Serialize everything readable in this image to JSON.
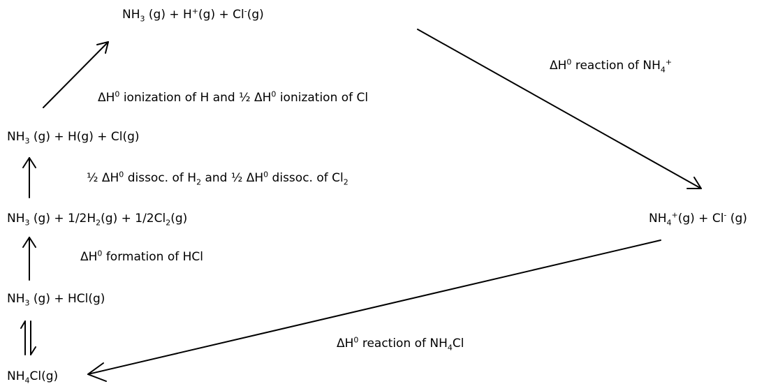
{
  "species": {
    "gas_ions": {
      "parts": [
        "NH",
        {
          "sub": "3"
        },
        " (g) + H",
        {
          "sup": "+"
        },
        "(g) + Cl",
        {
          "sup": "-"
        },
        "(g)"
      ]
    },
    "gas_atoms": {
      "parts": [
        "NH",
        {
          "sub": "3"
        },
        " (g) + H(g) + Cl(g)"
      ]
    },
    "elements": {
      "parts": [
        "NH",
        {
          "sub": "3"
        },
        " (g) + 1/2H",
        {
          "sub": "2"
        },
        "(g) + 1/2Cl",
        {
          "sub": "2"
        },
        "(g)"
      ]
    },
    "nh3_hcl": {
      "parts": [
        "NH",
        {
          "sub": "3"
        },
        " (g) + HCl(g)"
      ]
    },
    "nh4cl": {
      "parts": [
        "NH",
        {
          "sub": "4"
        },
        "Cl(g)"
      ]
    },
    "nh4_cl_ions": {
      "parts": [
        "NH",
        {
          "sub": "4"
        },
        {
          "sup": "+"
        },
        "(g)  + Cl",
        {
          "sup": "-"
        },
        " (g)"
      ]
    }
  },
  "steps": {
    "ionization": {
      "parts": [
        "ΔH",
        {
          "sup": "0"
        },
        " ionization of H and ½ ΔH",
        {
          "sup": "0"
        },
        " ionization of Cl"
      ]
    },
    "dissociation": {
      "parts": [
        "½ ΔH",
        {
          "sup": "0"
        },
        " dissoc. of H",
        {
          "sub": "2"
        },
        " and ½ ΔH",
        {
          "sup": "0"
        },
        " dissoc. of Cl",
        {
          "sub": "2"
        }
      ]
    },
    "formation": {
      "parts": [
        "ΔH",
        {
          "sup": "0"
        },
        " formation of HCl"
      ]
    },
    "reaction_nh4": {
      "parts": [
        "ΔH",
        {
          "sup": "0"
        },
        " reaction of NH",
        {
          "sub": "4"
        },
        {
          "sup": "+"
        }
      ]
    },
    "reaction_nh4cl": {
      "parts": [
        "ΔH",
        {
          "sup": "0"
        },
        " reaction of NH",
        {
          "sub": "4"
        },
        "Cl"
      ]
    }
  }
}
